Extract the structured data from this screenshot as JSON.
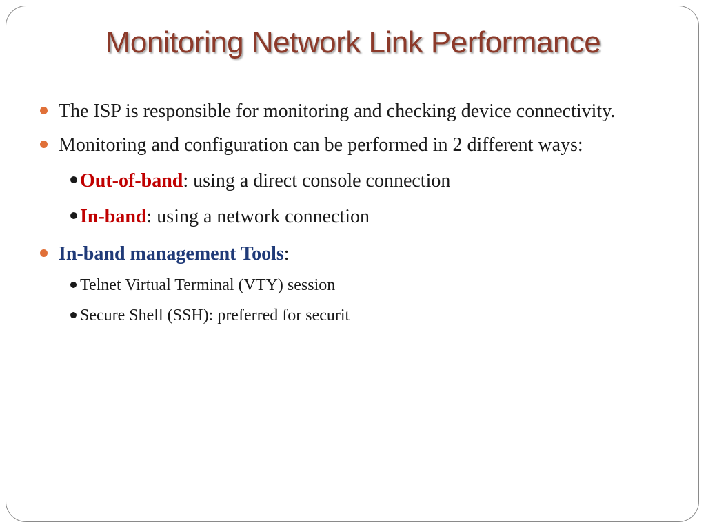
{
  "slide": {
    "title": "Monitoring Network Link Performance",
    "bullets": {
      "b1": "The ISP is responsible for monitoring and checking device connectivity.",
      "b2": "Monitoring and configuration can be performed  in 2 different ways:",
      "b2_sub1_term": "Out-of-band",
      "b2_sub1_rest": ": using a direct console connection",
      "b2_sub2_term": "In-band",
      "b2_sub2_rest": ": using a network connection",
      "b3_term": "In-band management Tools",
      "b3_rest": ":",
      "b3_sub1": "Telnet Virtual Terminal (VTY) session",
      "b3_sub2": "Secure Shell (SSH): preferred for securit"
    },
    "colors": {
      "title": "#8c3a2a",
      "bullet_accent": "#e07038",
      "highlight_red": "#c00000",
      "highlight_navy": "#1f3a78"
    }
  }
}
